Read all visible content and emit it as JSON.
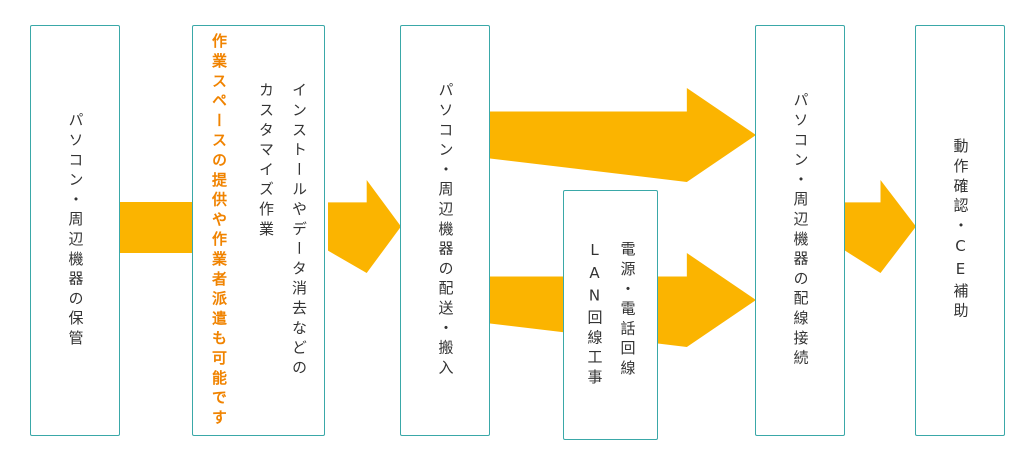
{
  "diagram": {
    "colors": {
      "box_border": "#3aa8a8",
      "arrow": "#fbb400",
      "main_text": "#333333",
      "note_text": "#f08300"
    },
    "boxes": {
      "storage": {
        "label": "パソコン・周辺機器の保管"
      },
      "customize": {
        "main": "インストールやデータ消去などの\nカスタマイズ作業",
        "note": "作業スペースの提供や作業者派遣も可能です"
      },
      "delivery": {
        "label": "パソコン・周辺機器の配送・搬入"
      },
      "line_work": {
        "label": "電源・電話回線\nLAN回線工事"
      },
      "connection": {
        "label": "パソコン・周辺機器の配線接続"
      },
      "final_check": {
        "label": "動作確認・CE補助"
      }
    },
    "arrows": {
      "connector_1": "flow-connector",
      "arrow_1": "right-arrow",
      "arrow_top": "right-arrow-upper",
      "arrow_bottom": "right-arrow-lower",
      "arrow_2": "right-arrow"
    }
  }
}
